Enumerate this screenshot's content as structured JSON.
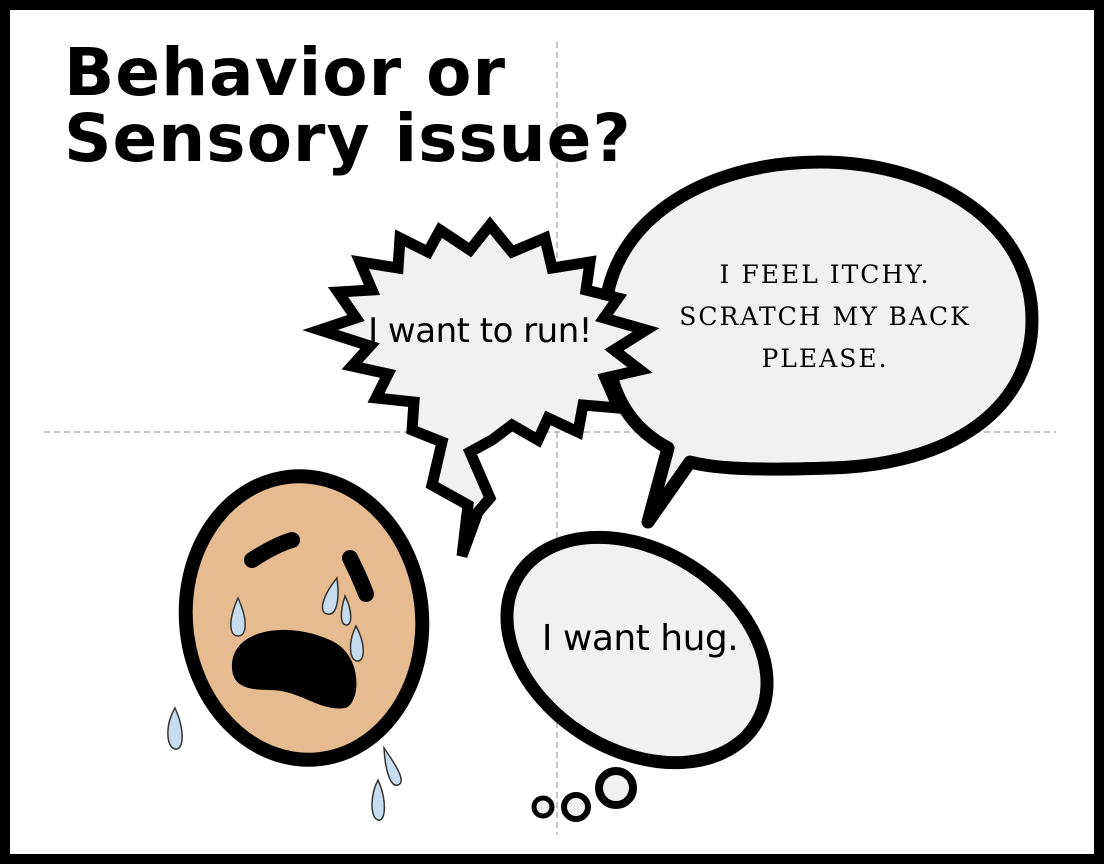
{
  "title": {
    "line1": "Behavior or",
    "line2": "Sensory issue?"
  },
  "bubbles": {
    "burst": {
      "type": "burst-shout",
      "text": "I want to run!"
    },
    "speech": {
      "type": "oval-speech",
      "lines": [
        "I FEEL ITCHY.",
        "SCRATCH MY BACK",
        "PLEASE."
      ]
    },
    "thought": {
      "type": "thought",
      "text": "I want hug."
    }
  },
  "character": {
    "expression": "crying-face",
    "icon": "crying-face-icon"
  },
  "colors": {
    "border": "#000000",
    "bubble_fill": "#f1f1f1",
    "skin": "#e6bb8f",
    "tear": "#c7dcef",
    "guide_line": "#b0b0b0"
  }
}
